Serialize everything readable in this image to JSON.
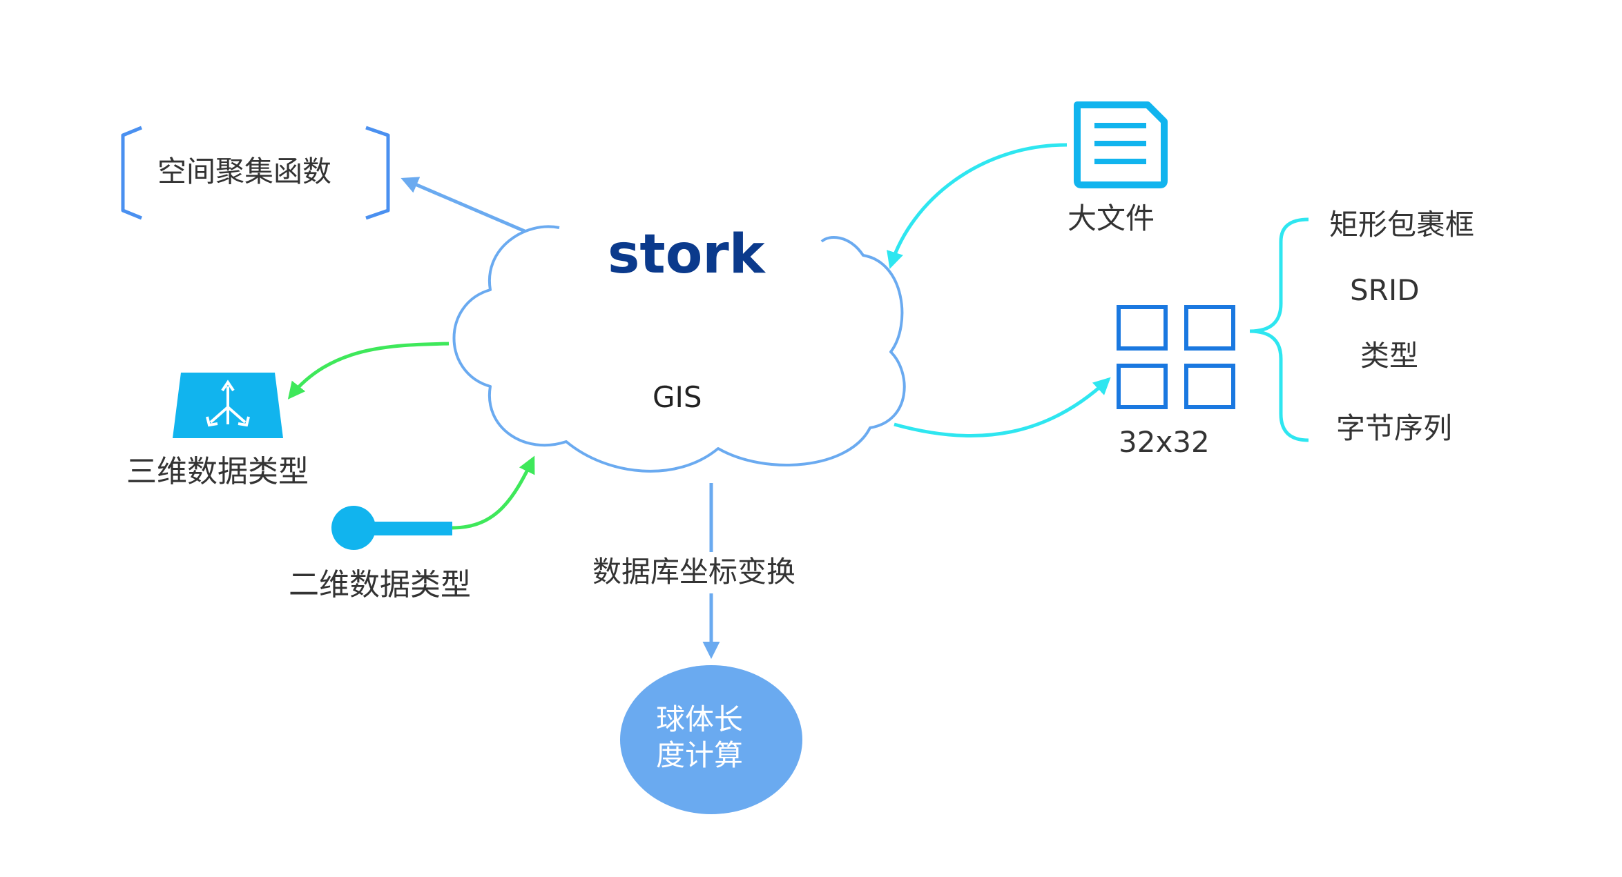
{
  "center": {
    "title": "stork",
    "subtitle": "GIS"
  },
  "nodes": {
    "spatial_agg": "空间聚集函数",
    "three_d": "三维数据类型",
    "two_d": "二维数据类型",
    "big_file": "大文件",
    "grid_size": "32x32",
    "db_transform": "数据库坐标变换",
    "sphere_calc_line1": "球体长",
    "sphere_calc_line2": "度计算"
  },
  "attributes": [
    "矩形包裹框",
    "SRID",
    "类型",
    "字节序列"
  ],
  "icons": {
    "three_d": "network-tray-icon",
    "two_d": "pin-icon",
    "big_file": "document-icon",
    "grid": "grid-icon"
  },
  "colors": {
    "title": "#0b3a8c",
    "cloud_stroke": "#6aaaf0",
    "blue_arrow": "#6aaaf0",
    "green_arrow": "#3ee85a",
    "cyan_arrow": "#2ee6f0",
    "icon_cyan": "#11b4ee",
    "grid_blue": "#1a78e0",
    "circle_fill": "#6aaaf0"
  }
}
